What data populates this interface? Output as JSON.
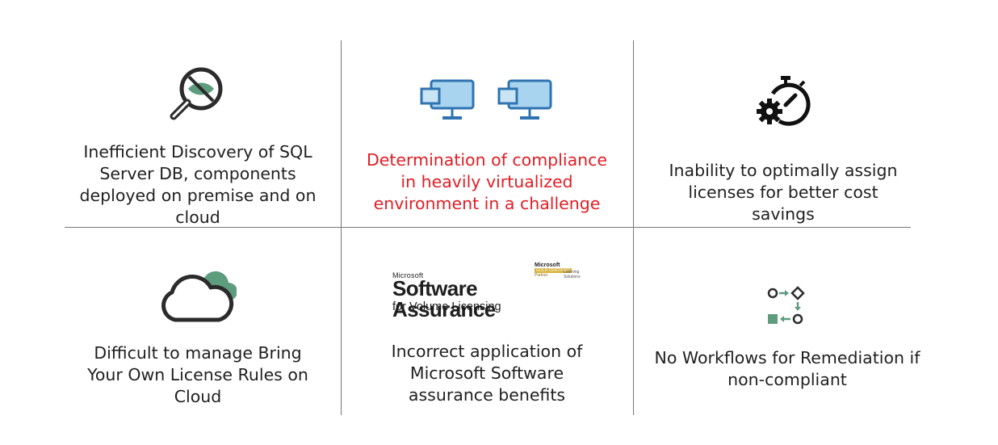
{
  "cells": [
    {
      "icon": "magnifier-blocked-icon",
      "text": "Inefficient Discovery of SQL Server DB, components deployed on premise and on cloud"
    },
    {
      "icon": "virtual-monitors-icon",
      "text": "Determination of compliance in heavily virtualized environment in a challenge",
      "color": "#e01e25"
    },
    {
      "icon": "stopwatch-gear-icon",
      "text": "Inability to optimally assign licenses for better cost savings"
    },
    {
      "icon": "cloud-icon",
      "text": "Difficult to manage Bring Your Own License Rules on Cloud"
    },
    {
      "icon": "microsoft-software-assurance-logo",
      "text": "Incorrect application of Microsoft Software assurance benefits"
    },
    {
      "icon": "workflow-icon",
      "text": "No Workflows for Remediation if non-compliant"
    }
  ],
  "logo": {
    "microsoft": "Microsoft",
    "title": "Software Assurance",
    "subtitle": "for Volume Licensing",
    "badge_brand": "Microsoft",
    "badge_tier": "GOLD CERTIFIED",
    "badge_partner": "Partner",
    "badge_tag": "Learning Solutions"
  },
  "colors": {
    "accent_green": "#5e9c7e",
    "icon_dark": "#2b2b2b",
    "monitor_blue": "#2f73b0",
    "monitor_fill": "#a8d4f0",
    "red_text": "#e01e25",
    "divider": "#777777"
  }
}
